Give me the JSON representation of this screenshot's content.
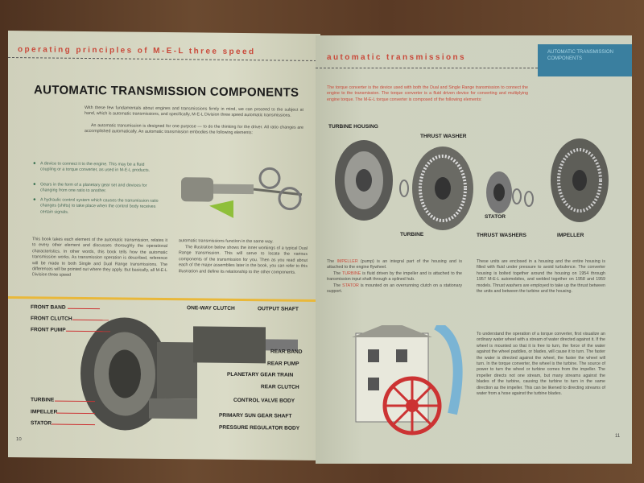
{
  "left_page": {
    "header": "operating principles of M-E-L three speed",
    "title": "AUTOMATIC TRANSMISSION COMPONENTS",
    "intro": "With these few fundamentals about engines and transmissions firmly in mind, we can proceed to the subject at hand, which is automatic transmissions, and specifically, M-E-L Division three speed automatic transmissions.",
    "intro2": "An automatic transmission is designed for one purpose — to do the thinking for the driver. All ratio changes are accomplished automatically. An automatic transmission embodies the following elements:",
    "bullets": [
      "A device to connect it to the engine. This may be a fluid coupling or a torque converter, as used in M-E-L products.",
      "Gears in the form of a planetary gear set and devices for changing from one ratio to another.",
      "A hydraulic control system which causes the transmission ratio changes (shifts) to take place when the control body receives certain signals."
    ],
    "col1": "This book takes each element of the automatic transmission, relates it to every other element and discusses thoroughly the operational characteristics. In other words, this book tells how the automatic transmission works. As transmission operation is described, reference will be made to both Single and Dual Range transmissions. The differences will be pointed out where they apply. But basically, all M-E-L Division three speed",
    "col2a": "automatic transmissions function in the same way.",
    "col2b": "The illustration below shows the inner workings of a typical Dual Range transmission. This will serve to locate the various components of the transmission for you. Then as you read about each of the major assemblies later in the book, you can refer to this illustration and define its relationship to the other components.",
    "labels_left": [
      "FRONT BAND",
      "FRONT CLUTCH",
      "FRONT PUMP",
      "TURBINE",
      "IMPELLER",
      "STATOR"
    ],
    "labels_right": [
      "ONE-WAY CLUTCH",
      "OUTPUT SHAFT",
      "REAR BAND",
      "REAR PUMP",
      "PLANETARY GEAR TRAIN",
      "REAR CLUTCH",
      "CONTROL VALVE BODY",
      "PRIMARY SUN GEAR SHAFT",
      "PRESSURE REGULATOR BODY"
    ],
    "page_number": "10"
  },
  "right_page": {
    "header": "automatic transmissions",
    "tab": "AUTOMATIC TRANSMISSION COMPONENTS",
    "intro": "The torque converter is the device used with both the Dual and Single Range transmission to connect the engine to the transmission. The torque converter is a fluid driven device for converting and multiplying engine torque. The M-E-L torque converter is composed of the following elements:",
    "diagram_labels": {
      "turbine_housing": "TURBINE HOUSING",
      "thrust_washer": "THRUST WASHER",
      "turbine": "TURBINE",
      "stator": "STATOR",
      "thrust_washers": "THRUST WASHERS",
      "impeller": "IMPELLER"
    },
    "col1": [
      {
        "pre": "The ",
        "term": "IMPELLER",
        "post": " (pump) is an integral part of the housing and is attached to the engine flywheel."
      },
      {
        "pre": "The ",
        "term": "TURBINE",
        "post": " is fluid driven by the impeller and is attached to the transmission input shaft through a splined hub."
      },
      {
        "pre": "The ",
        "term": "STATOR",
        "post": " is mounted on an overrunning clutch on a stationary support."
      }
    ],
    "col2": "These units are enclosed in a housing and the entire housing is filled with fluid under pressure to avoid turbulence. The converter housing is bolted together around the housing on 1954 through 1957 M-E-L automobiles, and welded together on 1958 and 1959 models. Thrust washers are employed to take up the thrust between the units and between the turbine and the housing.",
    "water_wheel_text": "To understand the operation of a torque converter, first visualize an ordinary water wheel with a stream of water directed against it. If the wheel is mounted so that it is free to turn, the force of the water against the wheel paddles, or blades, will cause it to turn. The faster the water is directed against the wheel, the faster the wheel will turn. In the torque converter, the wheel is the turbine. The source of power to turn the wheel or turbine comes from the impeller. The impeller directs not one stream, but many streams against the blades of the turbine, causing the turbine to turn in the same direction as the impeller. This can be likened to directing streams of water from a hose against the turbine blades.",
    "page_number": "11"
  }
}
